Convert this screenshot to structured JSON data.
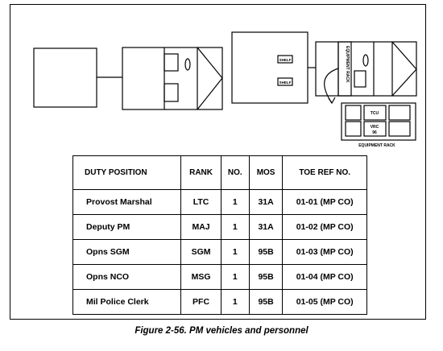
{
  "diagram": {
    "equipment_rack_label": "EQUIPMENT RACK",
    "equipment_rack_caption": "EQUIPMENT RACK",
    "tcu_label": "TCU",
    "vrc_label": "VRC",
    "vrc_sub_label": "96",
    "shelf_label_1": "SHELF",
    "shelf_label_2": "SHELF"
  },
  "table": {
    "headers": [
      "DUTY POSITION",
      "RANK",
      "NO.",
      "MOS",
      "TOE REF NO."
    ],
    "rows": [
      [
        "Provost Marshal",
        "LTC",
        "1",
        "31A",
        "01-01 (MP CO)"
      ],
      [
        "Deputy PM",
        "MAJ",
        "1",
        "31A",
        "01-02 (MP CO)"
      ],
      [
        "Opns SGM",
        "SGM",
        "1",
        "95B",
        "01-03 (MP CO)"
      ],
      [
        "Opns NCO",
        "MSG",
        "1",
        "95B",
        "01-04 (MP CO)"
      ],
      [
        "Mil Police Clerk",
        "PFC",
        "1",
        "95B",
        "01-05 (MP CO)"
      ]
    ]
  },
  "caption": "Figure 2-56. PM vehicles and personnel"
}
